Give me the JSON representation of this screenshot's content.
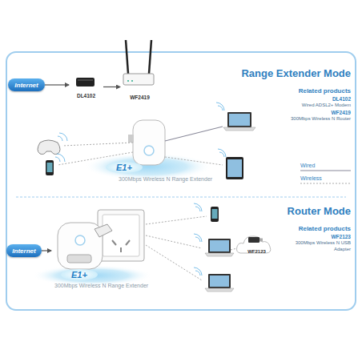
{
  "diagram": {
    "nodes": [
      {
        "text": [
          "Internet"
        ]
      },
      {
        "text": [
          "DL4102"
        ]
      },
      {
        "text": [
          "WF2419"
        ]
      },
      {
        "text": [
          "E1+",
          "300Mbps Wireless N Range Extender"
        ]
      },
      {
        "text": [
          "Internet"
        ]
      },
      {
        "text": [
          "E1+",
          "300Mbps Wireless N Range Extender"
        ]
      },
      {
        "text": [
          "WF2123"
        ]
      }
    ],
    "edges": [
      {
        "from": 0,
        "to": 1,
        "arrow": "to"
      },
      {
        "from": 1,
        "to": 2,
        "arrow": "to"
      },
      {
        "from": 4,
        "to": 5,
        "arrow": "to"
      }
    ],
    "labels": [
      "Range Extender Mode",
      "Related products",
      "DL4102",
      "Wired ADSL2+ Modem",
      "WF2419",
      "300Mbps Wireless N Router",
      "Router Mode",
      "Related products",
      "WF2123",
      "300Mbps Wireless N USB Adapter"
    ],
    "legend": [
      {
        "text": "Wired"
      },
      {
        "text": "Wireless"
      }
    ]
  }
}
